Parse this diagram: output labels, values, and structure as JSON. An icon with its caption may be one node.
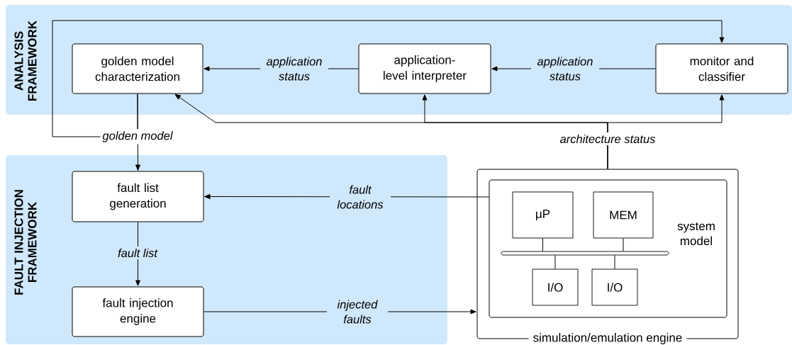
{
  "diagram": {
    "nodes": [
      {
        "text": [
          "ANALYSIS FRAMEWORK"
        ]
      },
      {
        "text": [
          "golden model characterization"
        ],
        "in": 0
      },
      {
        "text": [
          "application-level interpreter"
        ],
        "in": 0
      },
      {
        "text": [
          "monitor and classifier"
        ],
        "in": 0
      },
      {
        "text": [
          "FAULT INJECTION FRAMEWORK"
        ]
      },
      {
        "text": [
          "fault list generation"
        ],
        "in": 4
      },
      {
        "text": [
          "fault injection engine"
        ],
        "in": 4
      },
      {
        "text": [
          "simulation/emulation engine"
        ]
      },
      {
        "text": [
          "system model"
        ],
        "in": 7
      },
      {
        "text": [
          "μP"
        ],
        "in": 8
      },
      {
        "text": [
          "MEM"
        ],
        "in": 8
      },
      {
        "text": [],
        "shape": "bar",
        "in": 8
      },
      {
        "text": [
          "I/O"
        ],
        "in": 8
      },
      {
        "text": [
          "I/O"
        ],
        "in": 8
      }
    ],
    "edges": [
      {
        "from": 3,
        "to": 2,
        "arrow": "to",
        "label": "application status"
      },
      {
        "from": 2,
        "to": 1,
        "arrow": "to",
        "label": "application status"
      },
      {
        "from": 1,
        "to": 5,
        "arrow": "to",
        "label": "golden model"
      },
      {
        "from": 1,
        "to": 3,
        "arrow": "to"
      },
      {
        "from": 7,
        "to": 3,
        "arrow": "to",
        "label": "architecture status"
      },
      {
        "from": 7,
        "to": 2,
        "arrow": "to"
      },
      {
        "from": 7,
        "to": 1,
        "arrow": "to"
      },
      {
        "from": 8,
        "to": 5,
        "arrow": "to",
        "label": "fault locations"
      },
      {
        "from": 5,
        "to": 6,
        "arrow": "to",
        "label": "fault list"
      },
      {
        "from": 6,
        "to": 7,
        "arrow": "to",
        "label": "injected faults"
      },
      {
        "from": 9,
        "to": 11,
        "arrow": "none"
      },
      {
        "from": 10,
        "to": 11,
        "arrow": "none"
      },
      {
        "from": 11,
        "to": 12,
        "arrow": "none"
      },
      {
        "from": 11,
        "to": 13,
        "arrow": "none"
      }
    ]
  }
}
